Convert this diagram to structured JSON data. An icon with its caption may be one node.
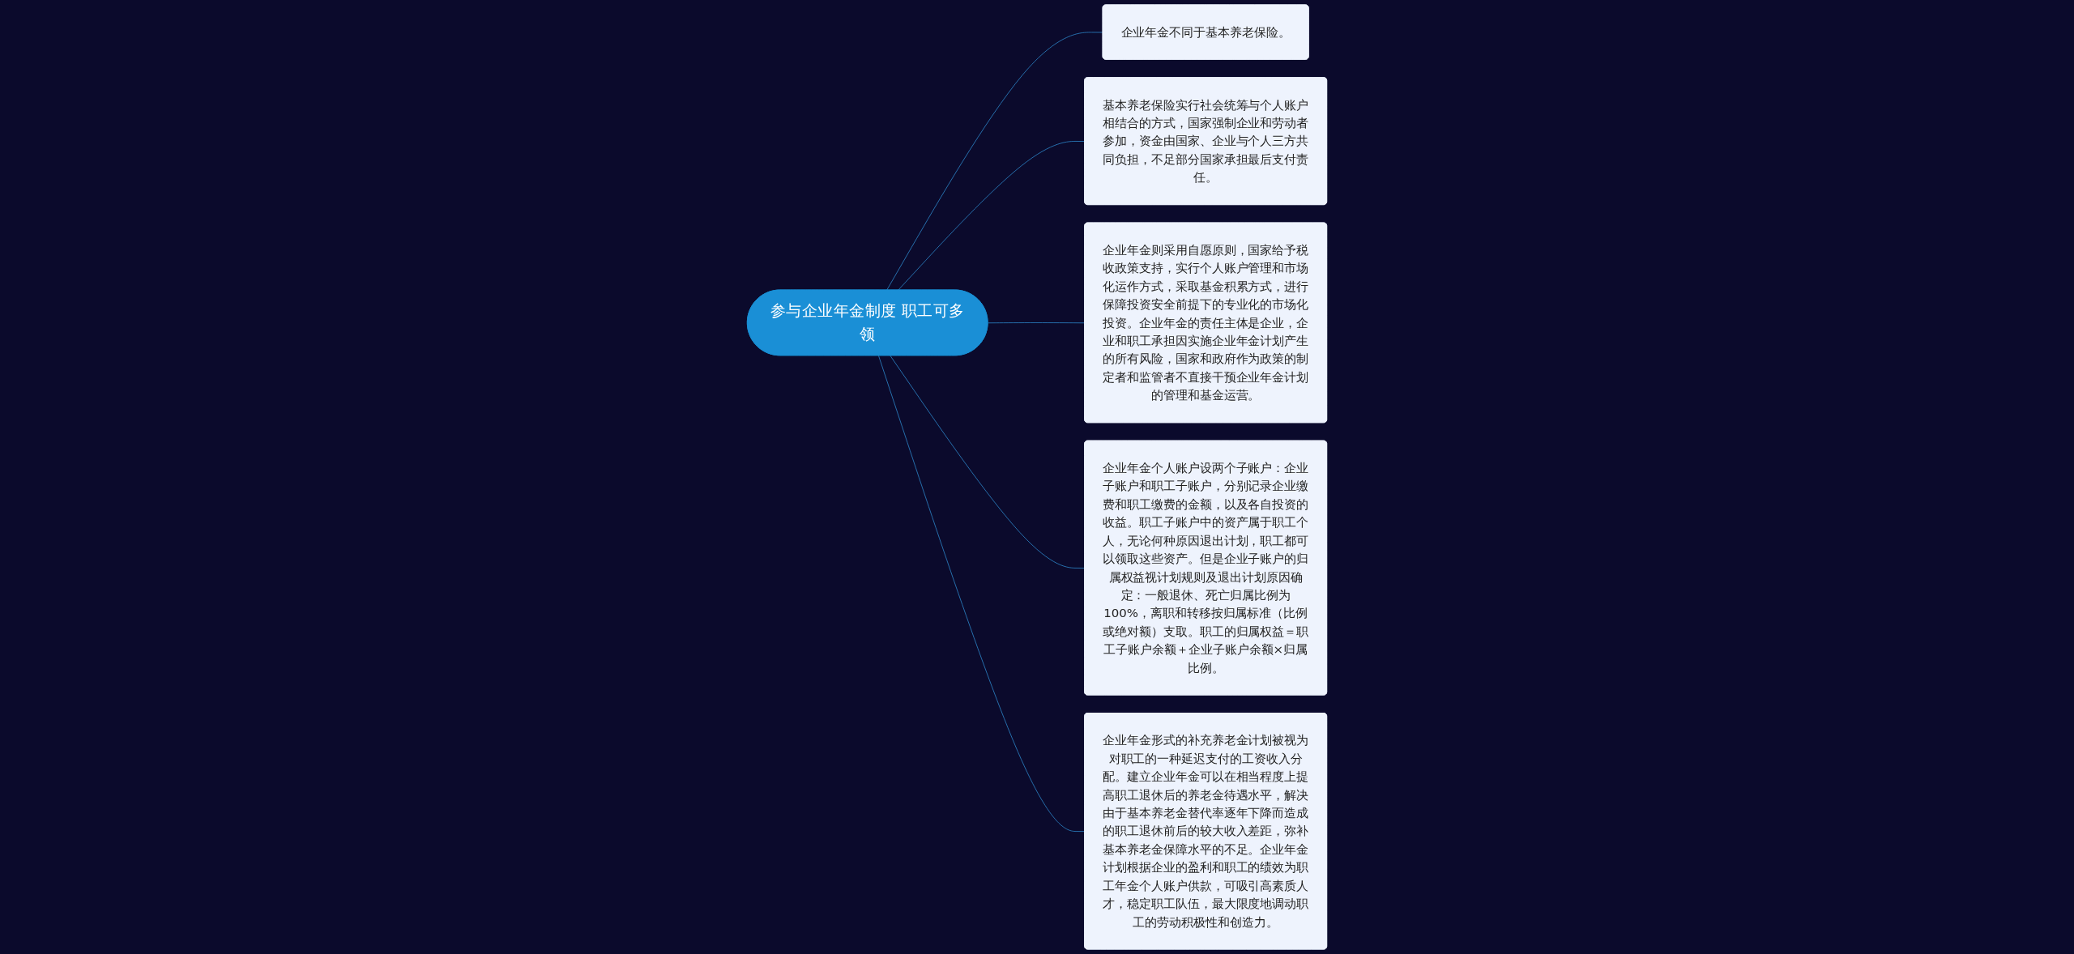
{
  "diagram": {
    "nodes": [
      {
        "text": [
          "参与企业年金制度 职工可多领"
        ]
      },
      {
        "text": [
          "企业年金不同于基本养老保险。"
        ]
      },
      {
        "text": [
          "基本养老保险实行社会统筹与个人账户相结合的方式，国家强制企业和劳动者参加，资金由国家、企业与个人三方共同负担，不足部分国家承担最后支付责任。"
        ]
      },
      {
        "text": [
          "企业年金则采用自愿原则，国家给予税收政策支持，实行个人账户管理和市场化运作方式，采取基金积累方式，进行保障投资安全前提下的专业化的市场化投资。企业年金的责任主体是企业，企业和职工承担因实施企业年金计划产生的所有风险，国家和政府作为政策的制定者和监管者不直接干预企业年金计划的管理和基金运营。"
        ]
      },
      {
        "text": [
          "企业年金个人账户设两个子账户：企业子账户和职工子账户，分别记录企业缴费和职工缴费的金额，以及各自投资的收益。职工子账户中的资产属于职工个人，无论何种原因退出计划，职工都可以领取这些资产。但是企业子账户的归属权益视计划规则及退出计划原因确定：一般退休、死亡归属比例为100%，离职和转移按归属标准（比例或绝对额）支取。职工的归属权益＝职工子账户余额＋企业子账户余额×归属比例。"
        ]
      },
      {
        "text": [
          "企业年金形式的补充养老金计划被视为对职工的一种延迟支付的工资收入分配。建立企业年金可以在相当程度上提高职工退休后的养老金待遇水平，解决由于基本养老金替代率逐年下降而造成的职工退休前后的较大收入差距，弥补基本养老金保障水平的不足。企业年金计划根据企业的盈利和职工的绩效为职工年金个人账户供款，可吸引高素质人才，稳定职工队伍，最大限度地调动职工的劳动积极性和创造力。"
        ]
      }
    ],
    "edges": [
      {
        "from": 0,
        "to": 1,
        "arrow": "none"
      },
      {
        "from": 0,
        "to": 2,
        "arrow": "none"
      },
      {
        "from": 0,
        "to": 3,
        "arrow": "none"
      },
      {
        "from": 0,
        "to": 4,
        "arrow": "none"
      },
      {
        "from": 0,
        "to": 5,
        "arrow": "none"
      }
    ]
  }
}
